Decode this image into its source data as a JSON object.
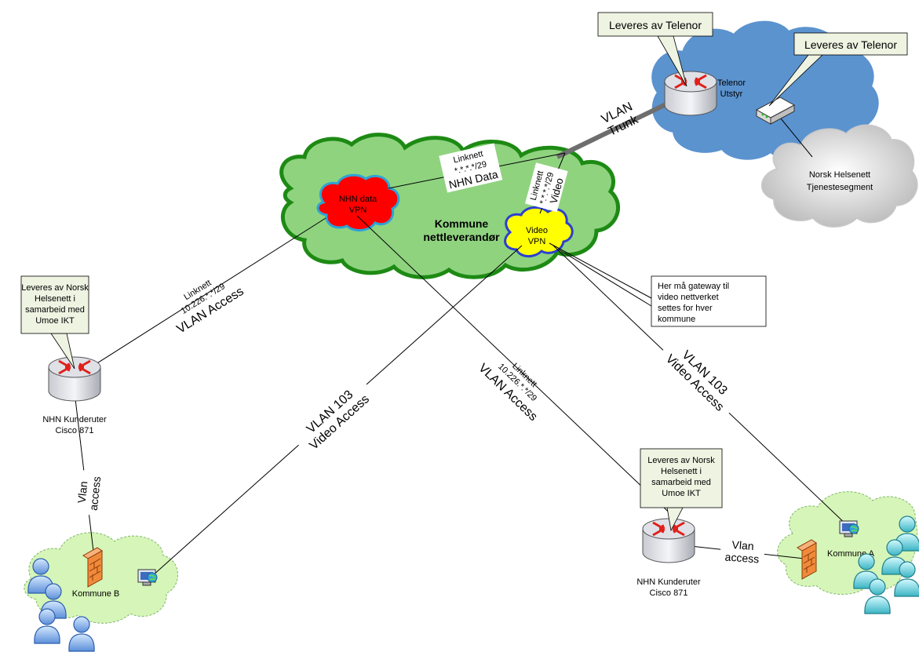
{
  "callouts": {
    "telenor_router": "Leveres av Telenor",
    "telenor_equipment": "Leveres av Telenor",
    "nhn_left": [
      "Leveres av Norsk",
      "Helsenett i",
      "samarbeid med",
      "Umoe IKT"
    ],
    "nhn_right": [
      "Leveres av Norsk",
      "Helsenett i",
      "samarbeid med",
      "Umoe IKT"
    ],
    "gateway_note": [
      "Her må gateway til",
      "video nettverket",
      "settes for hver",
      "kommune"
    ]
  },
  "clouds": {
    "telenor": [
      "Telenor",
      "Utstyr"
    ],
    "norsk_helsenett": [
      "Norsk Helsenett",
      "Tjenestesegment"
    ],
    "kommune": [
      "Kommune",
      "nettleverandør"
    ],
    "nhn_data": [
      "NHN data",
      "VPN"
    ],
    "video": [
      "Video",
      "VPN"
    ],
    "kommune_a": "Kommune A",
    "kommune_b": "Kommune B"
  },
  "routers": {
    "left": [
      "NHN Kunderuter",
      "Cisco 871"
    ],
    "right": [
      "NHN Kunderuter",
      "Cisco 871"
    ]
  },
  "links": {
    "trunk": [
      "VLAN",
      "Trunk"
    ],
    "linknett_data": [
      "Linknett",
      "*.*.*.*/29",
      "NHN Data"
    ],
    "linknett_video": [
      "Linknett",
      "*.*.*.*/29",
      "Video"
    ],
    "left_access": [
      "Linknett",
      "10.226.*.*/29",
      "VLAN Access"
    ],
    "right_access": [
      "Linknett",
      "10.226.*.*/29",
      "VLAN Access"
    ],
    "video_left": [
      "VLAN 103",
      "Video Access"
    ],
    "video_right": [
      "VLAN 103",
      "Video Access"
    ],
    "vlan_access_b": [
      "Vlan",
      "access"
    ],
    "vlan_access_a": [
      "Vlan",
      "access"
    ]
  },
  "colors": {
    "kommune_cloud": "#8fd37f",
    "telenor_cloud": "#5b93cf",
    "nhn_data_cloud": "#ff0000",
    "video_cloud": "#ffff00",
    "callout_fill": "#eef3e2",
    "site_cloud": "#d6f5b8"
  }
}
